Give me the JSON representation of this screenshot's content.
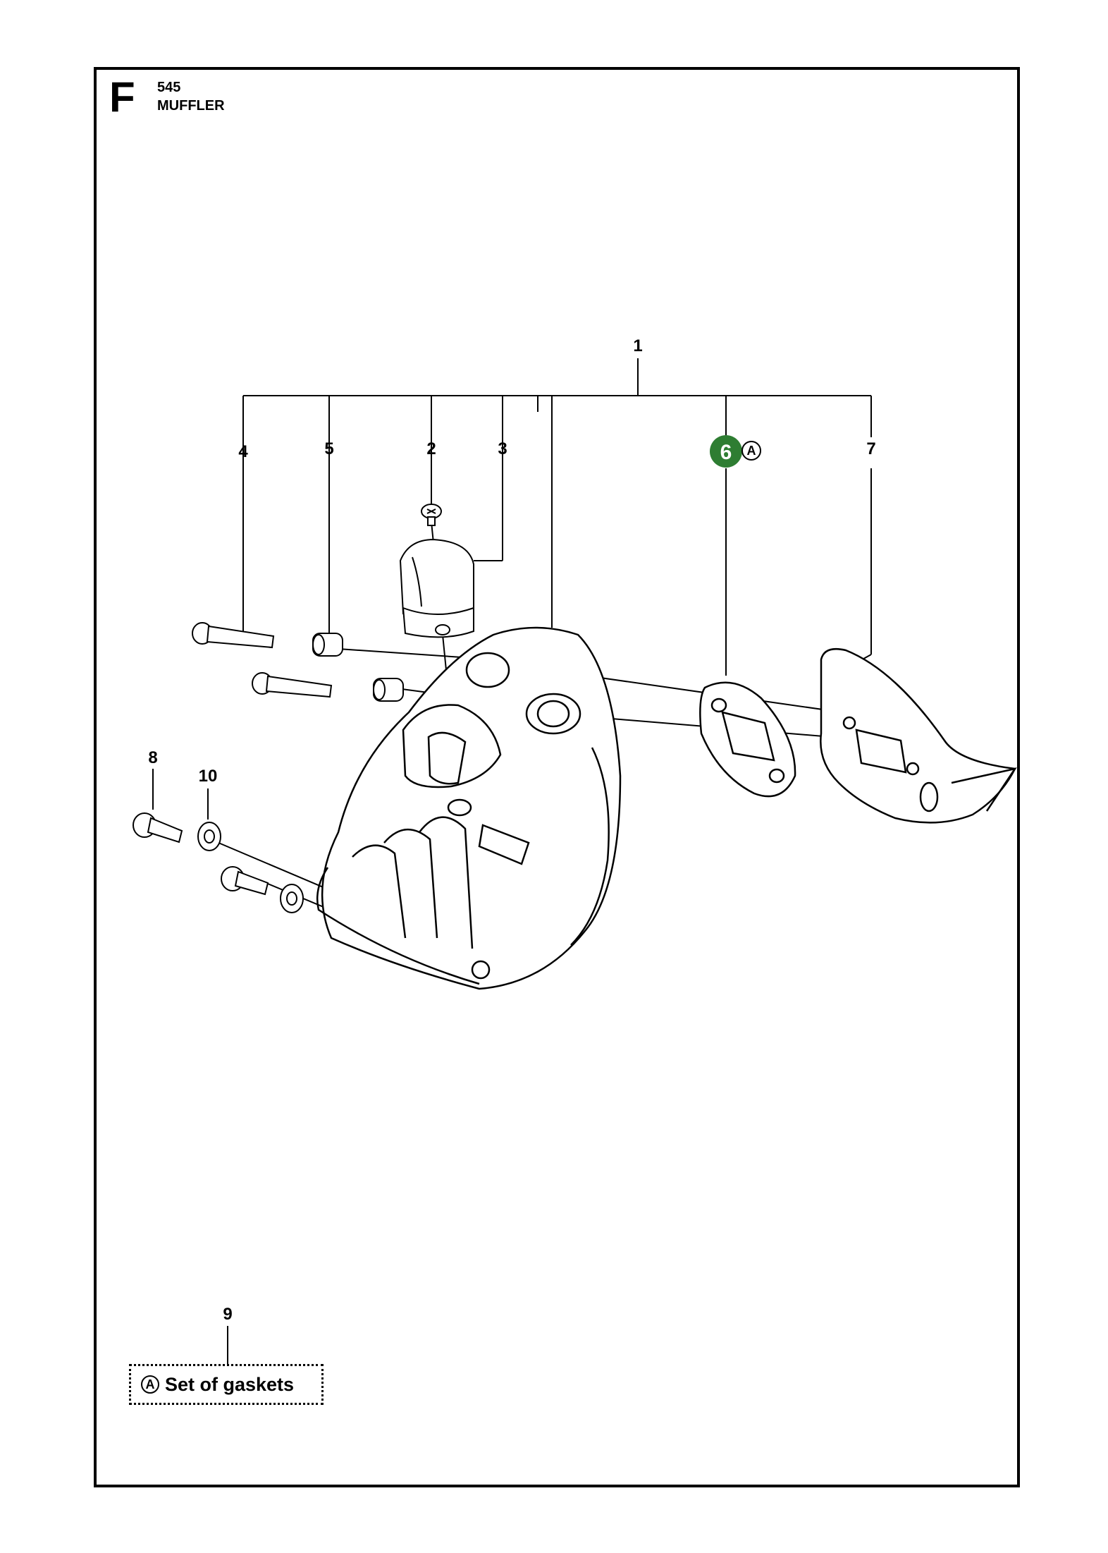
{
  "page": {
    "section_letter": "F",
    "model": "545",
    "title": "MUFFLER"
  },
  "callouts": {
    "c1": "1",
    "c2": "2",
    "c3": "3",
    "c4": "4",
    "c5": "5",
    "c6": "6",
    "c7": "7",
    "c8": "8",
    "c9": "9",
    "c10": "10"
  },
  "markers": {
    "gasket_set_marker": "A"
  },
  "legend": {
    "marker": "A",
    "label": "Set of gaskets"
  },
  "colors": {
    "highlight": "#2e7d32",
    "line": "#000000"
  }
}
